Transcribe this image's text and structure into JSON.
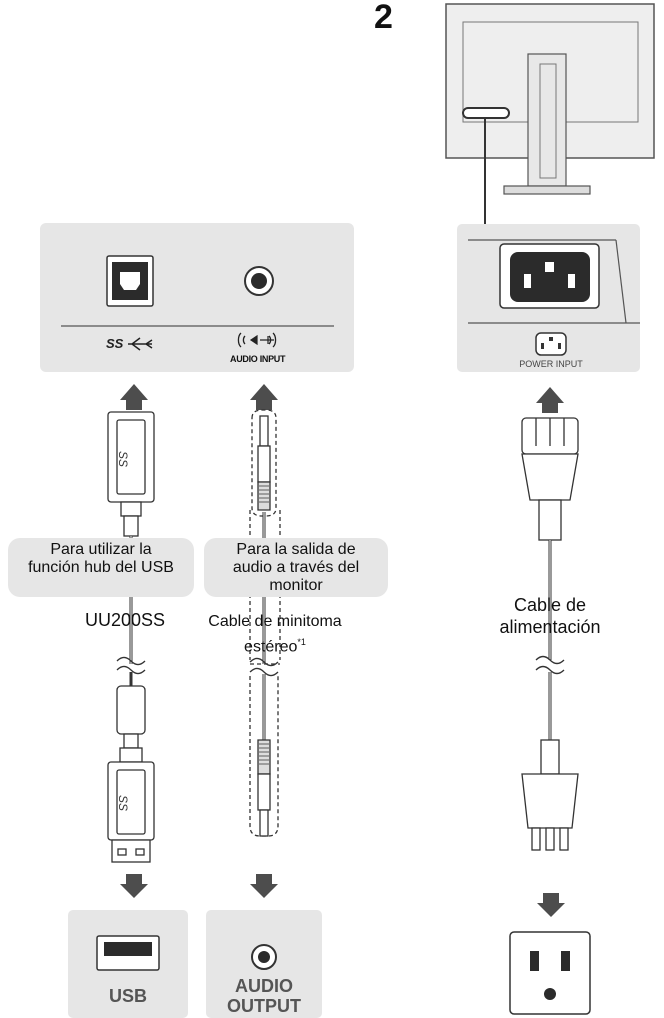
{
  "step_number": "2",
  "ports": {
    "usb_symbol": "SS",
    "audio_input_label": "AUDIO INPUT",
    "power_input_label": "POWER INPUT"
  },
  "bubbles": {
    "usb_purpose": "Para utilizar la función hub del USB",
    "audio_purpose": "Para la salida de audio a través del monitor"
  },
  "cables": {
    "usb_cable": "UU200SS",
    "audio_cable_line1": "Cable de minitoma",
    "audio_cable_line2": "estéreo",
    "audio_cable_note": "*1",
    "power_cable_line1": "Cable de",
    "power_cable_line2": "alimentación"
  },
  "destinations": {
    "usb": "USB",
    "audio_output_line1": "AUDIO",
    "audio_output_line2": "OUTPUT"
  }
}
